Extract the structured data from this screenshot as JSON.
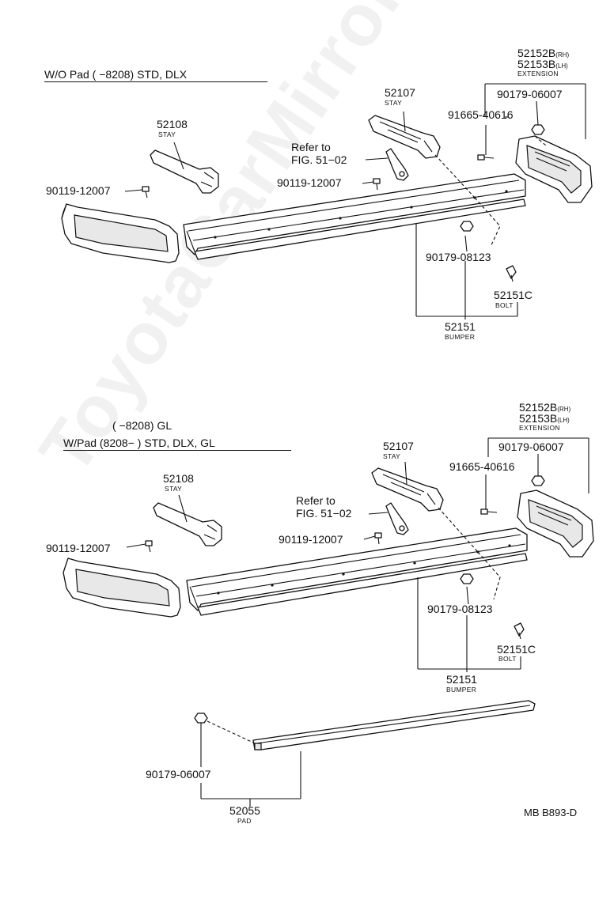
{
  "watermark": "ToyotaCarMirror.ru",
  "diagram_code": "MB B893-D",
  "top": {
    "header": "W/O Pad (      −8208) STD, DLX",
    "ext_rh": "52152B",
    "ext_rh_side": "(RH)",
    "ext_lh": "52153B",
    "ext_lh_side": "(LH)",
    "ext_name": "EXTENSION",
    "nut_ext": "90179-06007",
    "bolt_ext": "91665-40616",
    "stay_r": "52107",
    "stay_r_name": "STAY",
    "stay_l": "52108",
    "stay_l_name": "STAY",
    "refer_1": "Refer to",
    "refer_2": "FIG. 51−02",
    "bolt_l": "90119-12007",
    "bolt_c": "90119-12007",
    "nut_bumper": "90179-08123",
    "bolt_bumper": "52151C",
    "bolt_bumper_name": "BOLT",
    "bumper": "52151",
    "bumper_name": "BUMPER"
  },
  "bottom": {
    "header_1": "(      −8208) GL",
    "header_2": "W/Pad (8208−      ) STD, DLX, GL",
    "ext_rh": "52152B",
    "ext_rh_side": "(RH)",
    "ext_lh": "52153B",
    "ext_lh_side": "(LH)",
    "ext_name": "EXTENSION",
    "nut_ext": "90179-06007",
    "bolt_ext": "91665-40616",
    "stay_r": "52107",
    "stay_r_name": "STAY",
    "stay_l": "52108",
    "stay_l_name": "STAY",
    "refer_1": "Refer to",
    "refer_2": "FIG. 51−02",
    "bolt_l": "90119-12007",
    "bolt_c": "90119-12007",
    "nut_bumper": "90179-08123",
    "bolt_bumper": "52151C",
    "bolt_bumper_name": "BOLT",
    "bumper": "52151",
    "bumper_name": "BUMPER",
    "nut_pad": "90179-06007",
    "pad": "52055",
    "pad_name": "PAD"
  }
}
